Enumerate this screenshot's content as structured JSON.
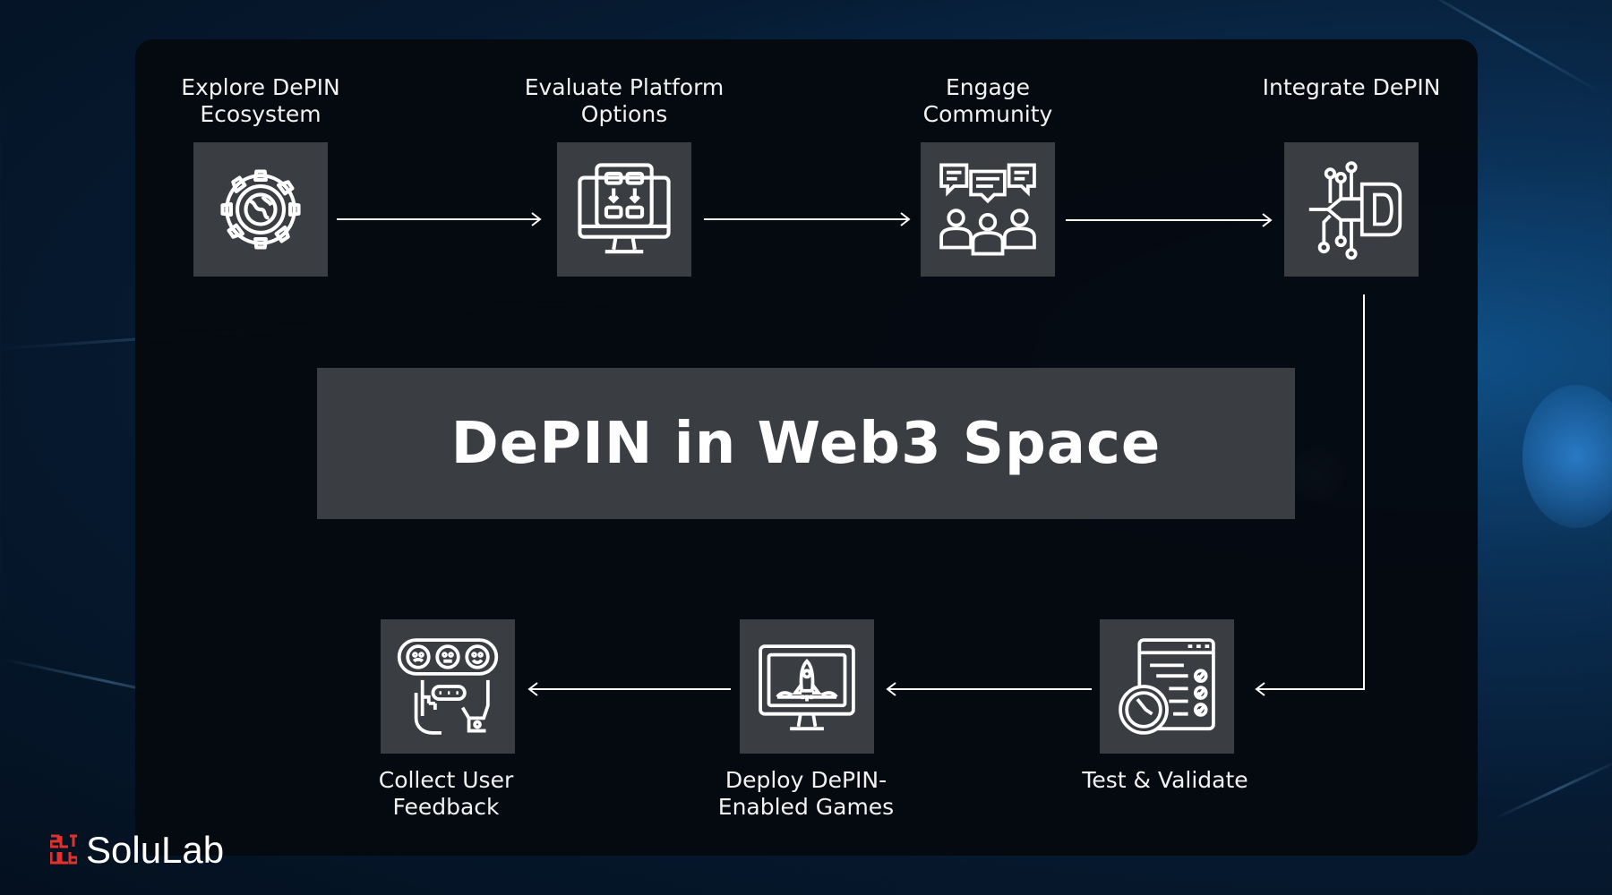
{
  "diagram": {
    "title": "DePIN in Web3 Space",
    "steps": [
      {
        "label": "Explore DePIN Ecosystem",
        "lines": [
          "Explore DePIN",
          "Ecosystem"
        ],
        "icon": "gear-globe-icon"
      },
      {
        "label": "Evaluate Platform Options",
        "lines": [
          "Evaluate Platform",
          "Options"
        ],
        "icon": "monitor-options-icon"
      },
      {
        "label": "Engage Community",
        "lines": [
          "Engage",
          "Community"
        ],
        "icon": "community-chat-icon"
      },
      {
        "label": "Integrate DePIN",
        "lines": [
          "Integrate DePIN"
        ],
        "icon": "circuit-d-icon"
      },
      {
        "label": "Test & Validate",
        "lines": [
          "Test & Validate"
        ],
        "icon": "checklist-clock-icon"
      },
      {
        "label": "Deploy DePIN-Enabled Games",
        "lines": [
          "Deploy DePIN-",
          "Enabled Games"
        ],
        "icon": "rocket-monitor-icon"
      },
      {
        "label": "Collect User Feedback",
        "lines": [
          "Collect User",
          "Feedback"
        ],
        "icon": "feedback-faces-icon"
      }
    ],
    "colors": {
      "tile": "#3a3d42",
      "panel": "#05090f",
      "text": "#ffffff"
    }
  },
  "brand": {
    "name": "SoluLab",
    "mark_letters": [
      "S",
      "L",
      "T",
      "U",
      "L",
      "B"
    ],
    "mark_color": "#e0312f"
  }
}
